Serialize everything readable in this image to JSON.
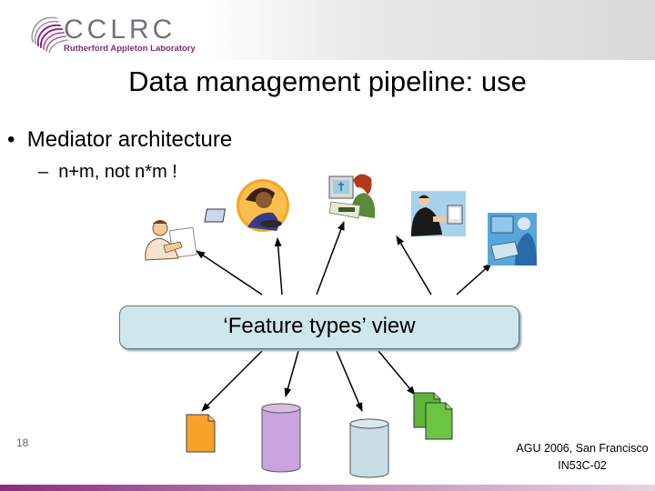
{
  "logo": {
    "name": "CCLRC",
    "subtitle": "Rutherford Appleton Laboratory"
  },
  "slide": {
    "title": "Data management pipeline: use",
    "bullet": "Mediator architecture",
    "sub_bullet": "n+m, not n*m !",
    "view_label": "‘Feature types’ view",
    "page_number": "18",
    "footer_line1": "AGU 2006, San Francisco",
    "footer_line2": "IN53C-02"
  },
  "colors": {
    "view_box_fill": "#cfe6ec",
    "file_orange": "#f7a229",
    "db_purple": "#c9a3dd",
    "db_blue": "#c9dde6",
    "doc_green": "#5fb53a",
    "brand_purple": "#8a2c7c"
  },
  "icons": {
    "users": [
      "user-reading-icon",
      "user-laptop-icon",
      "user-computer-icon",
      "user-desk-icon",
      "user-partial-icon"
    ],
    "sources": [
      "file-document-icon",
      "database-purple-icon",
      "database-blue-icon",
      "stacked-documents-icon"
    ]
  }
}
